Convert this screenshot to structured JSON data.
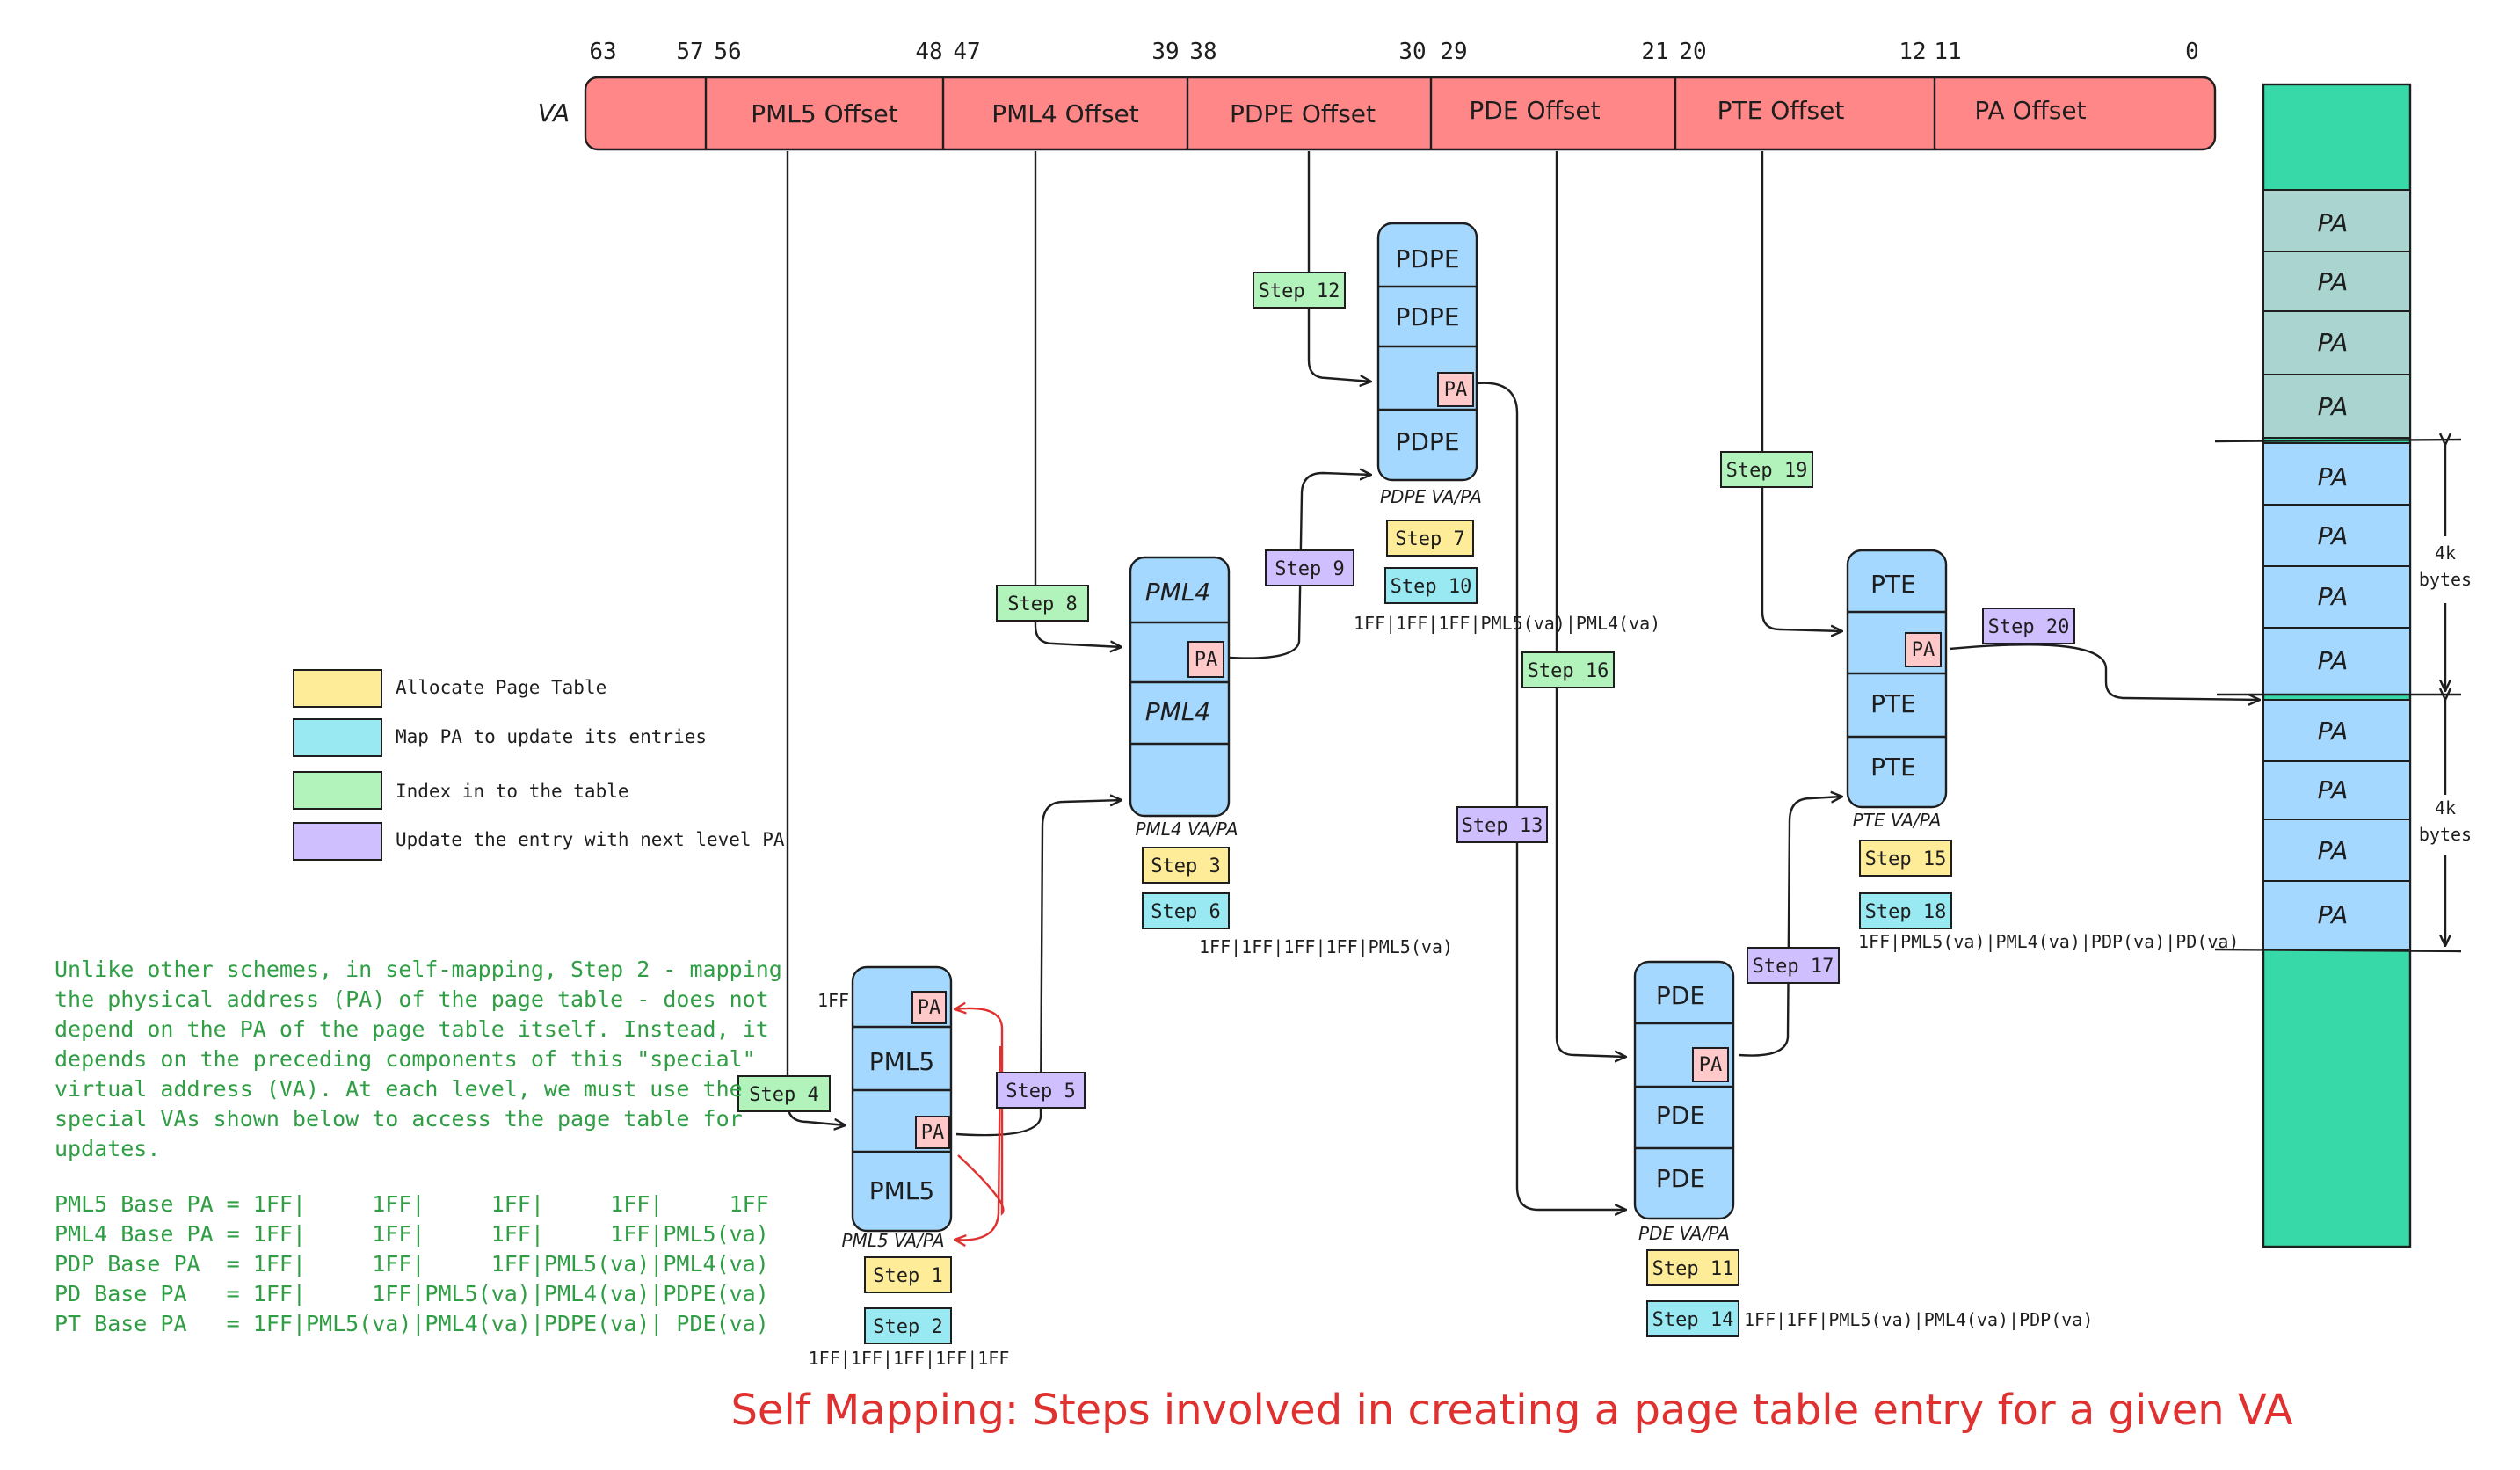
{
  "colors": {
    "va_bar": "#ff8787",
    "table_fill": "#a5d8ff",
    "pa_box": "#ffc9c9",
    "allocate": "#ffec99",
    "map": "#99e9f2",
    "index": "#b2f2bb",
    "update": "#d0bfff",
    "memory_green": "#38d9a9",
    "memory_teal": "#a9d4cf",
    "title_red": "#e03131",
    "note_green": "#2f9e44"
  },
  "va": {
    "label": "VA",
    "bits": [
      "63",
      "57",
      "56",
      "48",
      "47",
      "39",
      "38",
      "30",
      "29",
      "21",
      "20",
      "12",
      "11",
      "0"
    ],
    "segments": [
      "PML5 Offset",
      "PML4 Offset",
      "PDPE Offset",
      "PDE Offset",
      "PTE Offset",
      "PA Offset"
    ]
  },
  "tables": {
    "pml5": {
      "rows": [
        "",
        "PML5",
        "",
        "PML5"
      ],
      "pa_label": "PA",
      "caption": "PML5 VA/PA",
      "side_label": "1FF"
    },
    "pml4": {
      "rows": [
        "PML4",
        "",
        "PML4",
        ""
      ],
      "pa_label": "PA",
      "caption": "PML4 VA/PA"
    },
    "pdpe": {
      "rows": [
        "PDPE",
        "PDPE",
        "",
        "PDPE"
      ],
      "pa_label": "PA",
      "caption": "PDPE VA/PA"
    },
    "pde": {
      "rows": [
        "PDE",
        "",
        "PDE",
        "PDE"
      ],
      "pa_label": "PA",
      "caption": "PDE VA/PA"
    },
    "pte": {
      "rows": [
        "PTE",
        "",
        "PTE",
        "PTE"
      ],
      "pa_label": "PA",
      "caption": "PTE VA/PA"
    }
  },
  "steps": [
    "Step 1",
    "Step 2",
    "Step 3",
    "Step 4",
    "Step 5",
    "Step 6",
    "Step 7",
    "Step 8",
    "Step 9",
    "Step 10",
    "Step 11",
    "Step 12",
    "Step 13",
    "Step 14",
    "Step 15",
    "Step 16",
    "Step 17",
    "Step 18",
    "Step 19",
    "Step 20"
  ],
  "special_vas": {
    "pml5": "1FF|1FF|1FF|1FF|1FF",
    "pml4": "1FF|1FF|1FF|1FF|PML5(va)",
    "pdpe": "1FF|1FF|1FF|PML5(va)|PML4(va)",
    "pde": "1FF|1FF|PML5(va)|PML4(va)|PDP(va)",
    "pte": "1FF|PML5(va)|PML4(va)|PDP(va)|PD(va)"
  },
  "legend": [
    {
      "label": "Allocate Page Table",
      "color": "#ffec99"
    },
    {
      "label": "Map PA to update its entries",
      "color": "#99e9f2"
    },
    {
      "label": "Index in to the table",
      "color": "#b2f2bb"
    },
    {
      "label": "Update the entry with next level PA",
      "color": "#d0bfff"
    }
  ],
  "note": {
    "lines": [
      "Unlike other schemes, in self-mapping, Step 2 - mapping",
      "the physical address (PA) of the page table - does not",
      "depend on the PA of the page table itself. Instead, it",
      "depends on the preceding components of this \"special\"",
      "virtual address (VA). At each level, we must use the",
      "special VAs shown below to access the page table for",
      "updates."
    ],
    "formulas": [
      "PML5 Base PA = 1FF|     1FF|     1FF|     1FF|     1FF",
      "PML4 Base PA = 1FF|     1FF|     1FF|     1FF|PML5(va)",
      "PDP Base PA  = 1FF|     1FF|     1FF|PML5(va)|PML4(va)",
      "PD Base PA   = 1FF|     1FF|PML5(va)|PML4(va)|PDPE(va)",
      "PT Base PA   = 1FF|PML5(va)|PML4(va)|PDPE(va)| PDE(va)"
    ]
  },
  "memory": {
    "cells": [
      "PA",
      "PA",
      "PA",
      "PA",
      "PA",
      "PA",
      "PA",
      "PA",
      "PA",
      "PA",
      "PA",
      "PA"
    ],
    "size_label_top": "4k",
    "size_label_bottom": "bytes"
  },
  "title": "Self Mapping: Steps involved in creating a page table entry for a given VA"
}
